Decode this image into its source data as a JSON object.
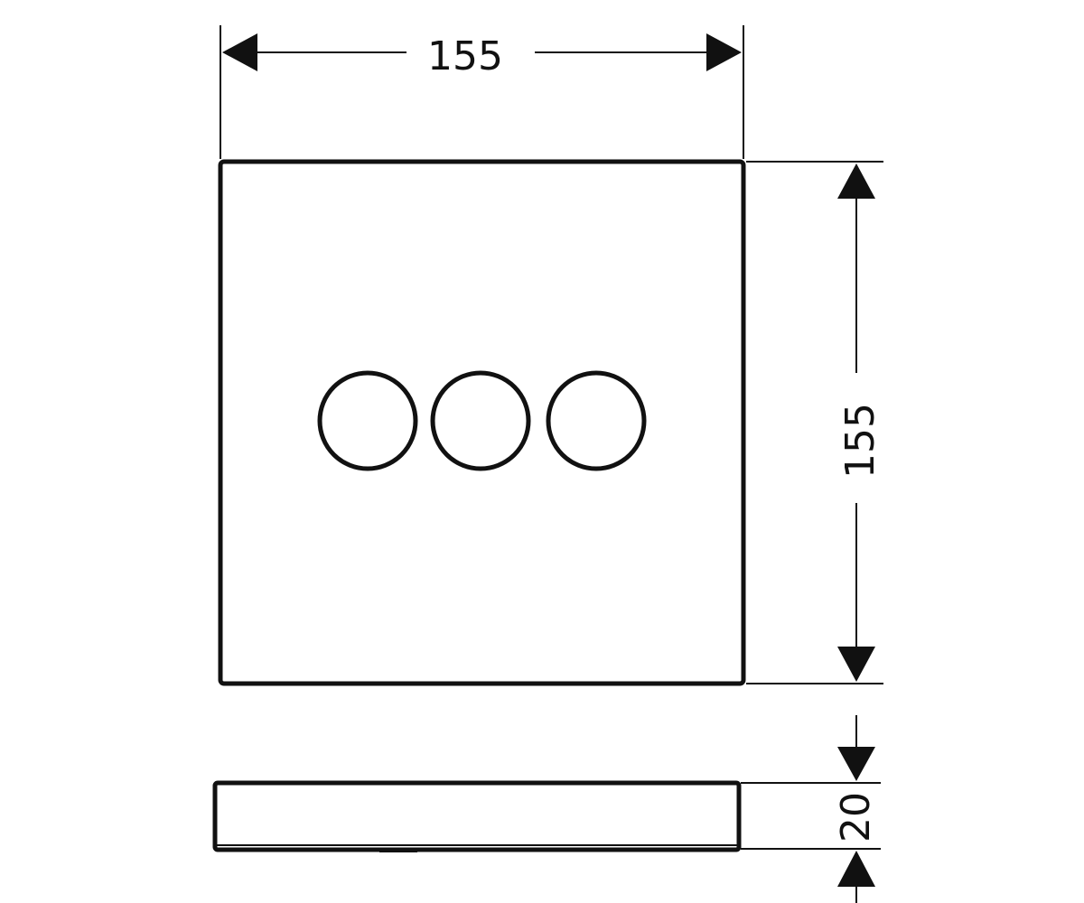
{
  "drawing": {
    "top_view": {
      "width_dimension": "155",
      "height_dimension": "155",
      "buttons": [
        "button-1",
        "button-2",
        "button-3"
      ]
    },
    "side_view": {
      "depth_dimension": "20"
    },
    "colors": {
      "line": "#111111",
      "background": "#ffffff"
    }
  }
}
